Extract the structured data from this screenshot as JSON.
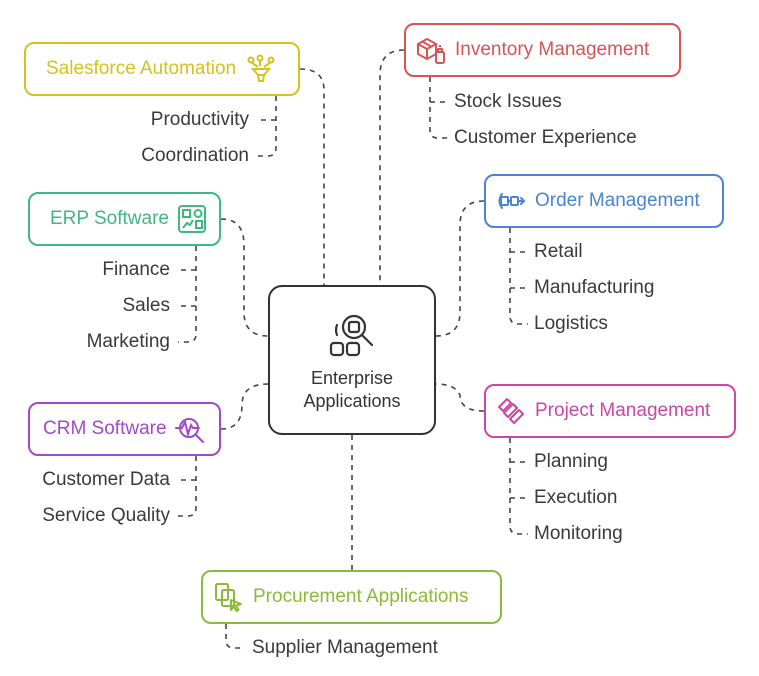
{
  "center": {
    "line1": "Enterprise",
    "line2": "Applications"
  },
  "nodes": {
    "salesforce": {
      "label": "Salesforce Automation",
      "color": "#d4c21e",
      "items": [
        "Productivity",
        "Coordination"
      ]
    },
    "erp": {
      "label": "ERP Software",
      "color": "#3fb883",
      "items": [
        "Finance",
        "Sales",
        "Marketing"
      ]
    },
    "crm": {
      "label": "CRM Software",
      "color": "#a249c6",
      "items": [
        "Customer Data",
        "Service Quality"
      ]
    },
    "procurement": {
      "label": "Procurement Applications",
      "color": "#8db93a",
      "items": [
        "Supplier Management"
      ]
    },
    "inventory": {
      "label": "Inventory Management",
      "color": "#d95454",
      "items": [
        "Stock Issues",
        "Customer Experience"
      ]
    },
    "order": {
      "label": "Order Management",
      "color": "#4a84d4",
      "items": [
        "Retail",
        "Manufacturing",
        "Logistics"
      ]
    },
    "project": {
      "label": "Project Management",
      "color": "#cf45a3",
      "items": [
        "Planning",
        "Execution",
        "Monitoring"
      ]
    }
  },
  "icons": {
    "center": "search-magnifier-icon",
    "salesforce": "funnel-network-icon",
    "erp": "dashboard-chart-icon",
    "crm": "pulse-magnifier-icon",
    "procurement": "documents-cursor-icon",
    "inventory": "box-bottle-icon",
    "order": "workflow-arrow-icon",
    "project": "stacked-bars-icon"
  }
}
